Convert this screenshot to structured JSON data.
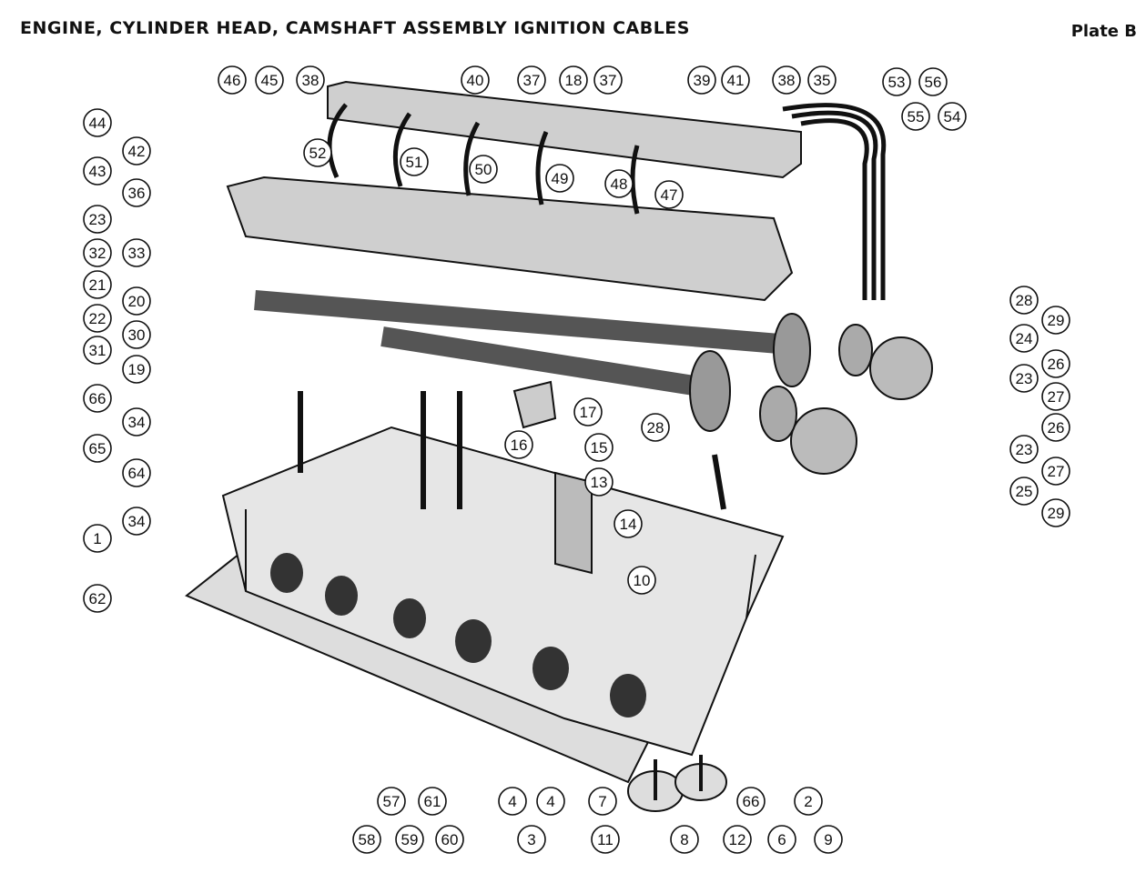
{
  "header": {
    "title": "ENGINE, CYLINDER HEAD, CAMSHAFT ASSEMBLY IGNITION CABLES",
    "plate": "Plate B"
  },
  "callouts": [
    "46",
    "45",
    "38",
    "40",
    "37",
    "18",
    "37",
    "39",
    "41",
    "38",
    "35",
    "53",
    "56",
    "55",
    "54",
    "44",
    "42",
    "43",
    "52",
    "51",
    "50",
    "49",
    "48",
    "47",
    "36",
    "23",
    "32",
    "33",
    "21",
    "20",
    "22",
    "30",
    "31",
    "19",
    "66",
    "34",
    "65",
    "64",
    "34",
    "1",
    "62",
    "28",
    "29",
    "24",
    "26",
    "23",
    "27",
    "26",
    "23",
    "27",
    "25",
    "29",
    "17",
    "16",
    "15",
    "13",
    "14",
    "28",
    "10",
    "58",
    "57",
    "59",
    "61",
    "60",
    "4",
    "3",
    "4",
    "7",
    "11",
    "8",
    "12",
    "66",
    "6",
    "2",
    "9"
  ]
}
